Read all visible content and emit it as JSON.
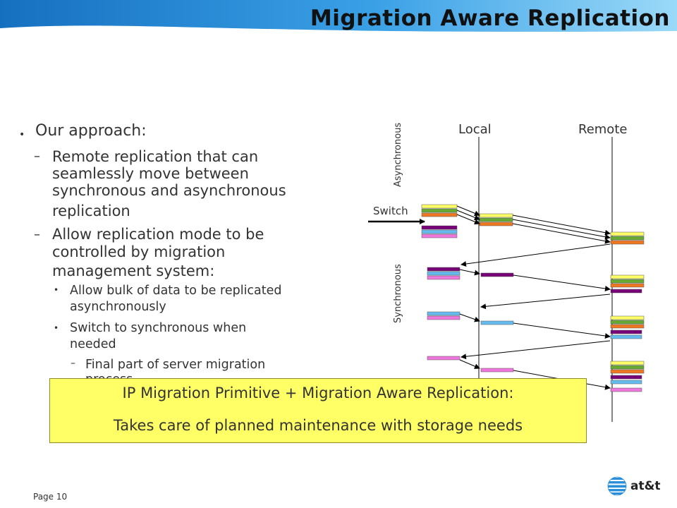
{
  "title": "Migration Aware Replication",
  "bullets": {
    "l1": "Our approach:",
    "b1_lines": [
      "Remote replication that can",
      "seamlessly move between",
      "synchronous and asynchronous",
      "replication"
    ],
    "b2_lines": [
      "Allow replication mode to be",
      "controlled by migration",
      "management system:"
    ],
    "s1_lines": [
      "Allow bulk of data to be replicated",
      "asynchronously"
    ],
    "s2_lines": [
      "Switch to synchronous when",
      "needed"
    ],
    "ss1_lines": [
      "Final part of server migration",
      "process"
    ]
  },
  "diagram": {
    "local": "Local",
    "remote": "Remote",
    "async": "Asynchronous",
    "sync": "Synchronous",
    "switch": "Switch"
  },
  "callout": {
    "line1": "IP Migration Primitive + Migration Aware Replication:",
    "line2": "Takes care of planned maintenance with storage needs"
  },
  "footer": {
    "page": "Page 10",
    "logo": "at&t"
  },
  "colors": {
    "banner_dark": "#1877c7",
    "banner_light": "#8cd3f7",
    "callout_fill": "#ffff66",
    "block_yellow": "#ffff66",
    "block_green": "#66aa33",
    "block_orange": "#ee7722",
    "block_purple": "#770077",
    "block_cyan": "#66bbee",
    "block_pink": "#ee77dd"
  }
}
